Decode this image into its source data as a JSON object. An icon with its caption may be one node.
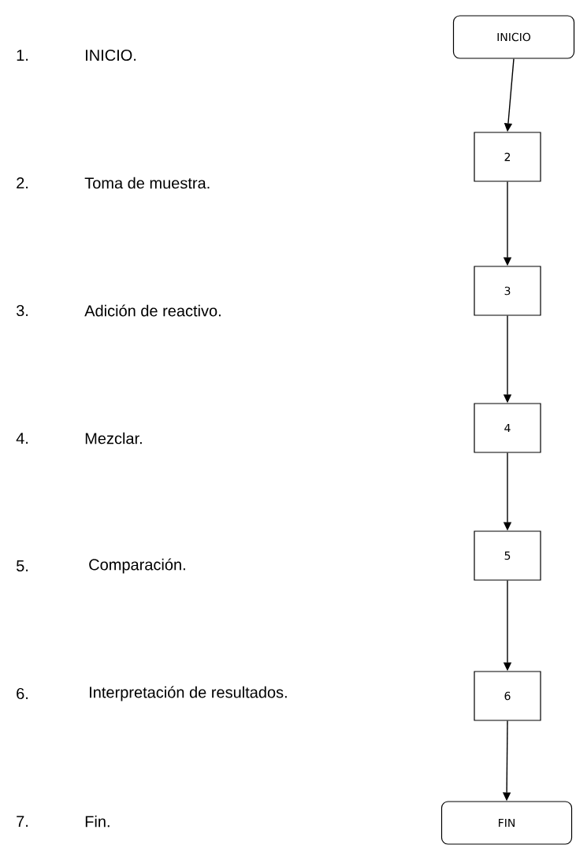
{
  "diagram": {
    "nodes": [
      {
        "text": [
          "INICIO"
        ]
      },
      {
        "text": [
          "2"
        ]
      },
      {
        "text": [
          "3"
        ]
      },
      {
        "text": [
          "4"
        ]
      },
      {
        "text": [
          "5"
        ]
      },
      {
        "text": [
          "6"
        ]
      },
      {
        "text": [
          "FIN"
        ]
      }
    ],
    "edges": [
      {
        "from": 0,
        "to": 1,
        "arrow": "to"
      },
      {
        "from": 1,
        "to": 2,
        "arrow": "to"
      },
      {
        "from": 2,
        "to": 3,
        "arrow": "to"
      },
      {
        "from": 3,
        "to": 4,
        "arrow": "to"
      },
      {
        "from": 4,
        "to": 5,
        "arrow": "to"
      },
      {
        "from": 5,
        "to": 6,
        "arrow": "to"
      }
    ],
    "labels": [
      "1.",
      "INICIO.",
      "2.",
      "Toma de muestra.",
      "3.",
      "Adición de reactivo.",
      "4.",
      "Mezclar.",
      "5.",
      "Comparación.",
      "6.",
      "Interpretación de resultados.",
      "7.",
      "Fin."
    ]
  }
}
